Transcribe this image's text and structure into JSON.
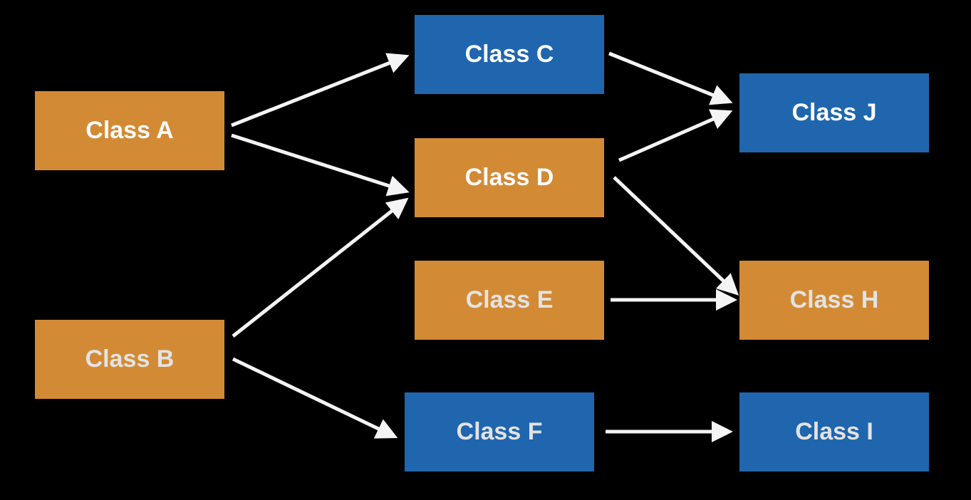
{
  "nodes": {
    "a": {
      "label": "Class A",
      "color": "#d38a35"
    },
    "b": {
      "label": "Class B",
      "color": "#d38a35"
    },
    "c": {
      "label": "Class C",
      "color": "#1f66ae"
    },
    "d": {
      "label": "Class D",
      "color": "#d38a35"
    },
    "e": {
      "label": "Class E",
      "color": "#d38a35"
    },
    "f": {
      "label": "Class F",
      "color": "#1f66ae"
    },
    "j": {
      "label": "Class J",
      "color": "#1f66ae"
    },
    "h": {
      "label": "Class H",
      "color": "#d38a35"
    },
    "i": {
      "label": "Class I",
      "color": "#1f66ae"
    }
  },
  "edges": [
    {
      "from": "Class A",
      "to": "Class C"
    },
    {
      "from": "Class A",
      "to": "Class D"
    },
    {
      "from": "Class B",
      "to": "Class D"
    },
    {
      "from": "Class B",
      "to": "Class F"
    },
    {
      "from": "Class C",
      "to": "Class J"
    },
    {
      "from": "Class D",
      "to": "Class J"
    },
    {
      "from": "Class D",
      "to": "Class H"
    },
    {
      "from": "Class E",
      "to": "Class H"
    },
    {
      "from": "Class F",
      "to": "Class I"
    }
  ],
  "colors": {
    "background": "#000000",
    "arrow": "#f4f4f4"
  }
}
